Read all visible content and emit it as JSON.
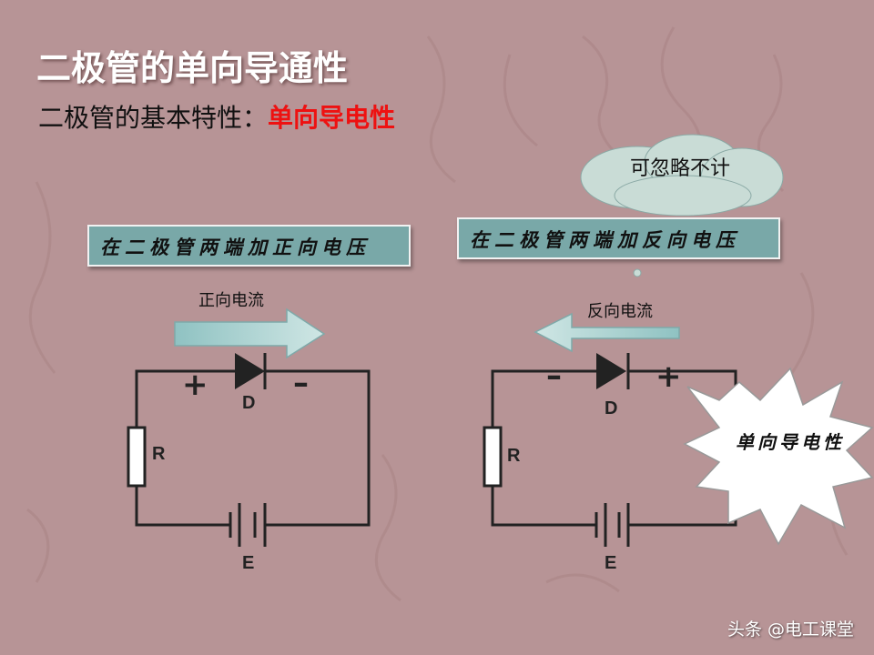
{
  "slide": {
    "title": "二极管的单向导通性",
    "subtitle_prefix": "二极管的基本特性：",
    "subtitle_highlight": "单向导电性"
  },
  "left_circuit": {
    "banner": "在二极管两端加正向电压",
    "current_label": "正向电流",
    "plus": "+",
    "minus": "–",
    "diode_label": "D",
    "resistor_label": "R",
    "battery_label": "E"
  },
  "right_circuit": {
    "banner": "在二极管两端加反向电压",
    "current_label": "反向电流",
    "plus": "+",
    "minus": "–",
    "diode_label": "D",
    "resistor_label": "R",
    "battery_label": "E"
  },
  "cloud_callout": "可忽略不计",
  "burst_callout": "单向导电性",
  "watermark": "头条 @电工课堂",
  "colors": {
    "background": "#b79496",
    "banner": "#79a8a8",
    "arrow": "#a6d0d0",
    "highlight": "#ee1111",
    "wire": "#222222"
  }
}
